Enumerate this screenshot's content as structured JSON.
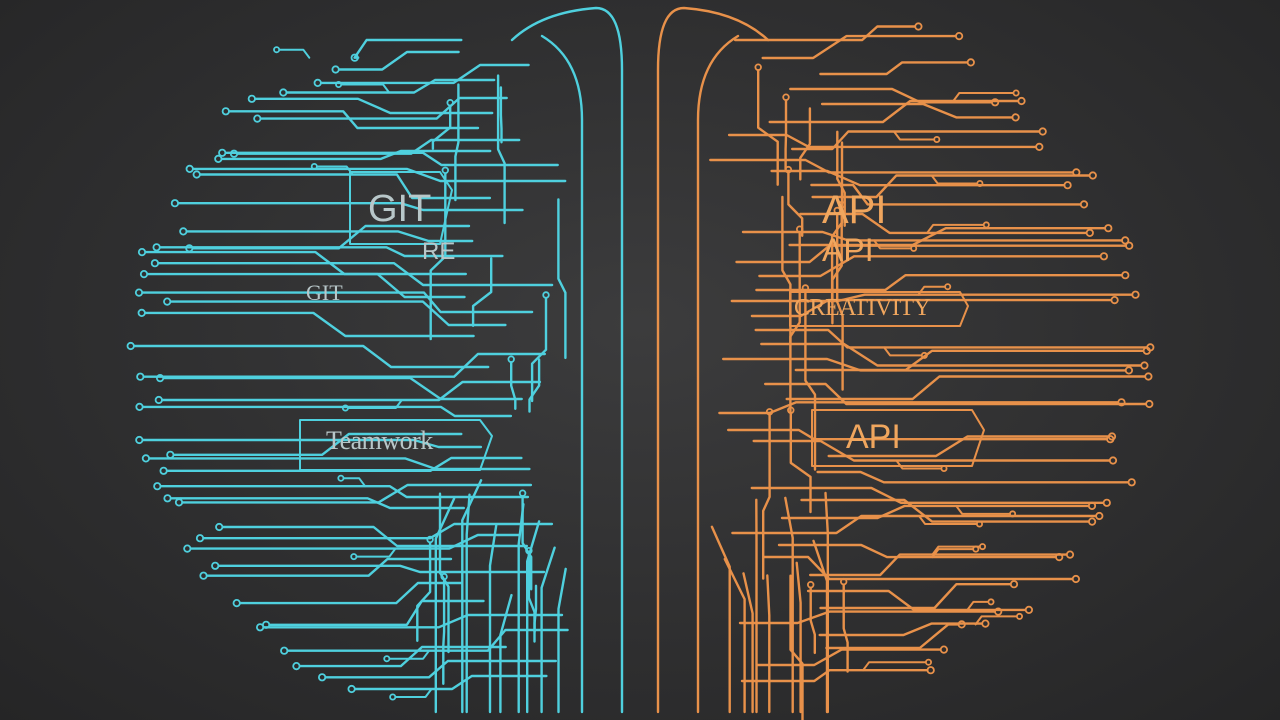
{
  "labels": {
    "git_large": "GIT",
    "re": "RE",
    "git_small": "GIT",
    "teamwork": "Teamwork",
    "api_1": "API",
    "api_2": "API",
    "creativity": "CREATIVITY",
    "api_3": "API"
  },
  "colors": {
    "background": "#2f2f30",
    "left_hemisphere": "#4fd0de",
    "right_hemisphere": "#e8914a"
  },
  "icons": {
    "left_hemisphere": "circuit-brain-left-icon",
    "right_hemisphere": "circuit-brain-right-icon"
  }
}
